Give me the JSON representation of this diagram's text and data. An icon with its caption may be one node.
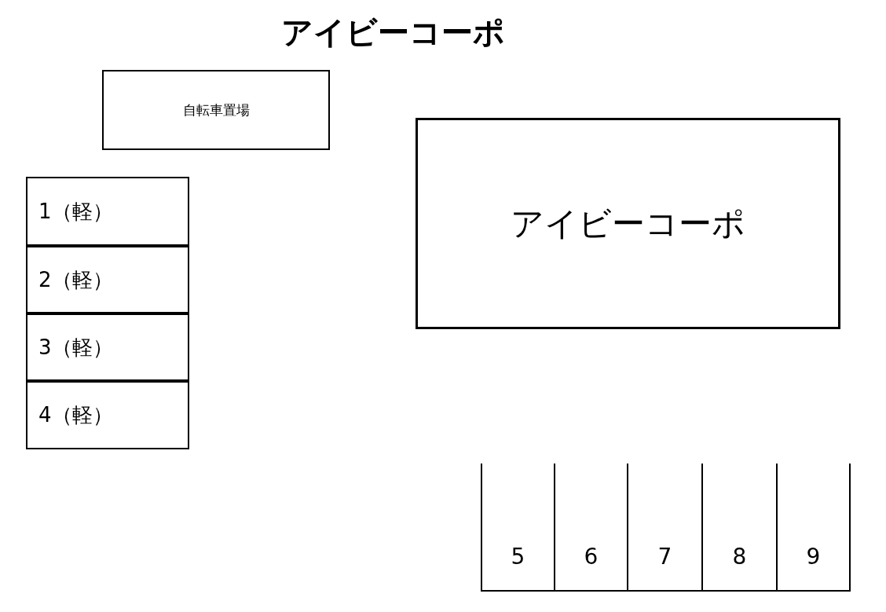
{
  "diagram": {
    "title": "アイビーコーポ",
    "nodes": [
      {
        "text": [
          "自転車置場"
        ]
      },
      {
        "text": [
          "1（軽）"
        ]
      },
      {
        "text": [
          "2（軽）"
        ]
      },
      {
        "text": [
          "3（軽）"
        ]
      },
      {
        "text": [
          "4（軽）"
        ]
      },
      {
        "text": [
          "アイビーコーポ"
        ]
      },
      {
        "text": [
          "5"
        ]
      },
      {
        "text": [
          "6"
        ]
      },
      {
        "text": [
          "7"
        ]
      },
      {
        "text": [
          "8"
        ]
      },
      {
        "text": [
          "9"
        ]
      }
    ],
    "edges": []
  }
}
